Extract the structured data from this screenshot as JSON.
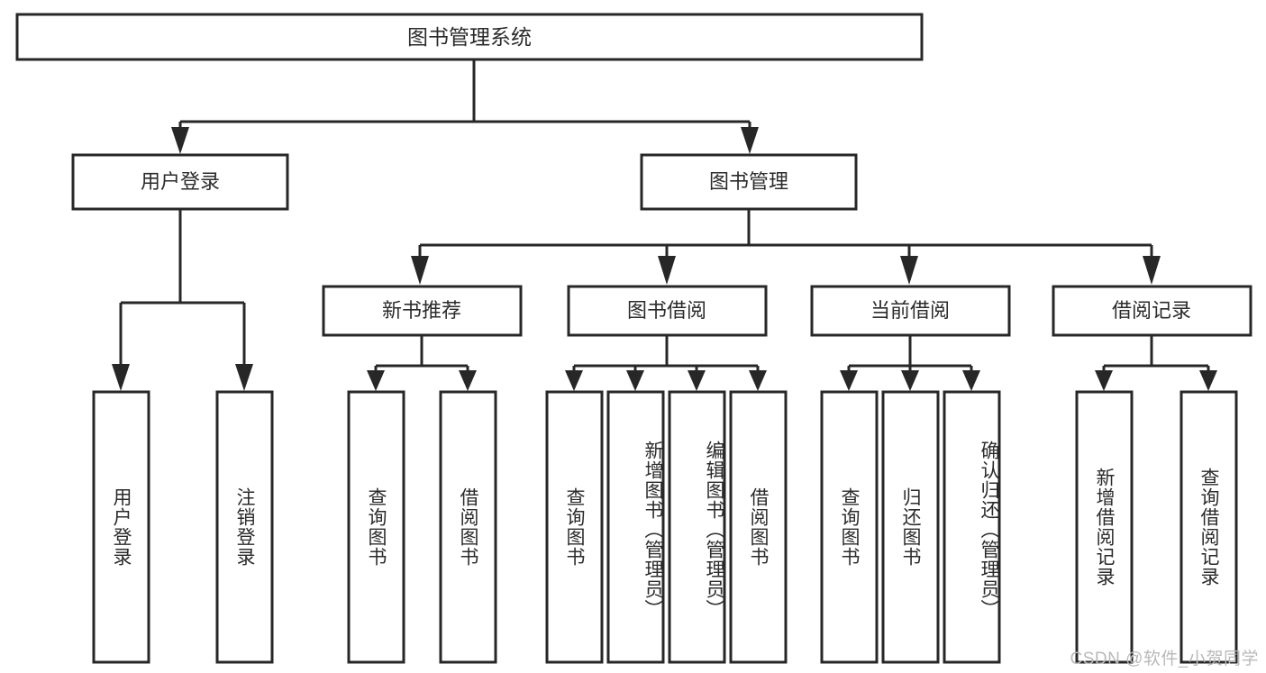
{
  "diagram": {
    "type": "tree-hierarchy-chart",
    "title": "图书管理系统",
    "orientation": "top-down",
    "box_fill": "#ffffff",
    "line_color": "#272727",
    "text_color": "#2b2b2b",
    "levels": 4
  },
  "root": {
    "label": "图书管理系统"
  },
  "level2": [
    {
      "label": "用户登录"
    },
    {
      "label": "图书管理"
    }
  ],
  "level3": [
    {
      "label": "新书推荐"
    },
    {
      "label": "图书借阅"
    },
    {
      "label": "当前借阅"
    },
    {
      "label": "借阅记录"
    }
  ],
  "leaves": {
    "user_login": [
      {
        "label": "用户登录"
      },
      {
        "label": "注销登录"
      }
    ],
    "new_book_recommend": [
      {
        "label": "查询图书"
      },
      {
        "label": "借阅图书"
      }
    ],
    "book_borrow": [
      {
        "label": "查询图书"
      },
      {
        "label": "新增图书（管理员）"
      },
      {
        "label": "编辑图书（管理员）"
      },
      {
        "label": "借阅图书"
      }
    ],
    "current_borrow": [
      {
        "label": "查询图书"
      },
      {
        "label": "归还图书"
      },
      {
        "label": "确认归还（管理员）"
      }
    ],
    "borrow_records": [
      {
        "label": "新增借阅记录"
      },
      {
        "label": "查询借阅记录"
      }
    ]
  },
  "watermark": {
    "text": "CSDN @软件_小贺同学"
  }
}
